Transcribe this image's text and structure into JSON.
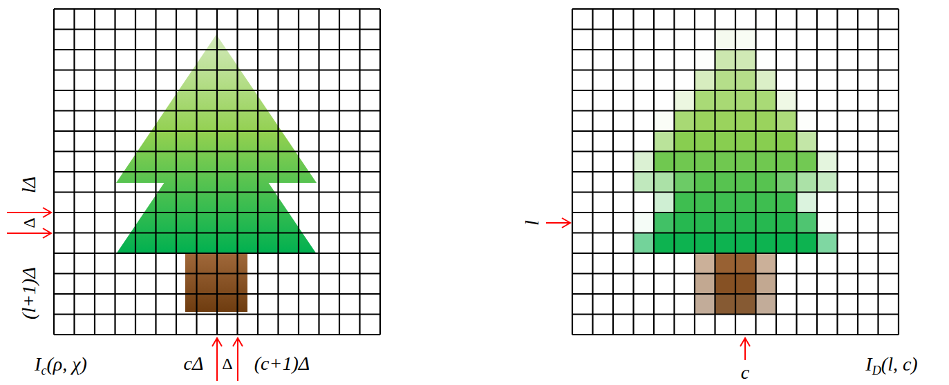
{
  "diagram": {
    "labels": [
      "lΔ",
      "Δ",
      "(l+1)Δ",
      "Ic(ρ, χ)",
      "cΔ",
      "Δ",
      "(c+1)Δ",
      "l",
      "c",
      "ID(l, c)"
    ]
  }
}
